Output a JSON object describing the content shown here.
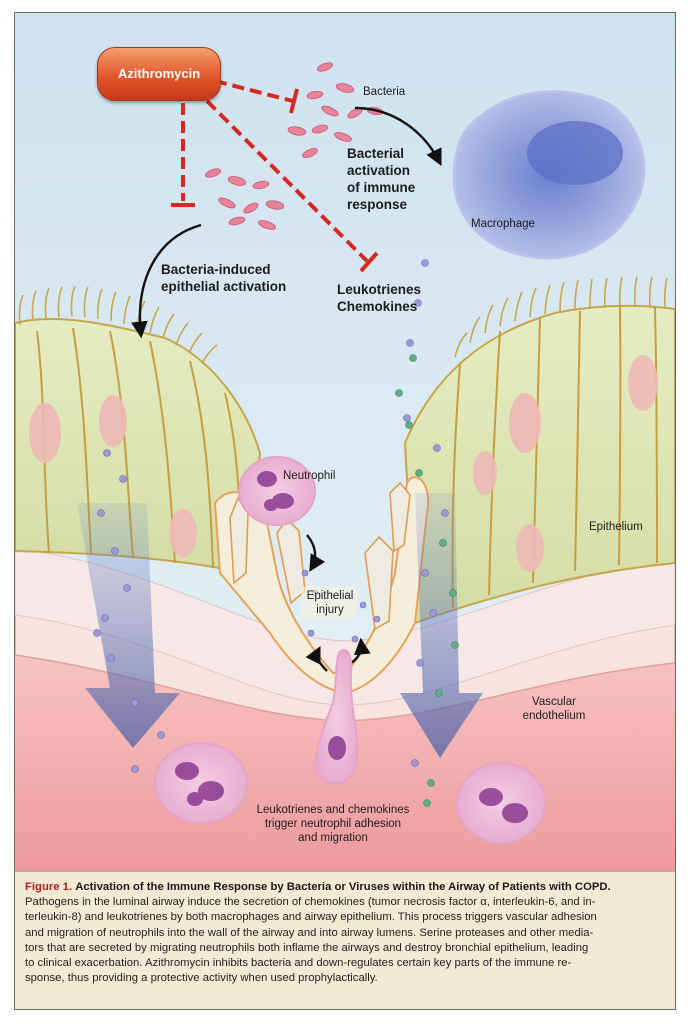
{
  "labels": {
    "drug": "Azithromycin",
    "bacteria": "Bacteria",
    "bacterial_activation": [
      "Bacterial",
      "activation",
      "of immune",
      "response"
    ],
    "macrophage": "Macrophage",
    "bacteria_induced": [
      "Bacteria-induced",
      "epithelial activation"
    ],
    "leuko_chemo": [
      "Leukotrienes",
      "Chemokines"
    ],
    "neutrophil": "Neutrophil",
    "epithelium": "Epithelium",
    "epithelial_injury": [
      "Epithelial",
      "injury"
    ],
    "vascular_endothelium": [
      "Vascular",
      "endothelium"
    ],
    "adhesion_migration": [
      "Leukotrienes and chemokines",
      "trigger neutrophil adhesion",
      "and migration"
    ]
  },
  "caption": {
    "figure_label": "Figure 1.",
    "title": "Activation of the Immune Response by Bacteria or Viruses within the Airway of Patients with COPD.",
    "lines": [
      "Pathogens in the luminal airway induce the secretion of chemokines (tumor necrosis factor α, interleukin-6, and in-",
      "terleukin-8) and leukotrienes by both macrophages and airway epithelium. This process triggers vascular adhesion",
      "and migration of neutrophils into the wall of the airway and into airway lumens. Serine proteases and other media-",
      "tors that are secreted by migrating neutrophils both inflame the airways and destroy bronchial epithelium, leading",
      "to clinical exacerbation. Azithromycin inhibits bacteria and down-regulates certain key parts of the immune re-",
      "sponse, thus providing a protective activity when used prophylactically."
    ]
  },
  "colors": {
    "inhibition": "#d42a22",
    "drug_pill": "#e2562b",
    "bacteria": "#e8839a",
    "macrophage": "#8e9fd8",
    "epithelium": "#dfe6b8",
    "endothelium": "#f2a8a8",
    "figure_label": "#b31b1b"
  }
}
